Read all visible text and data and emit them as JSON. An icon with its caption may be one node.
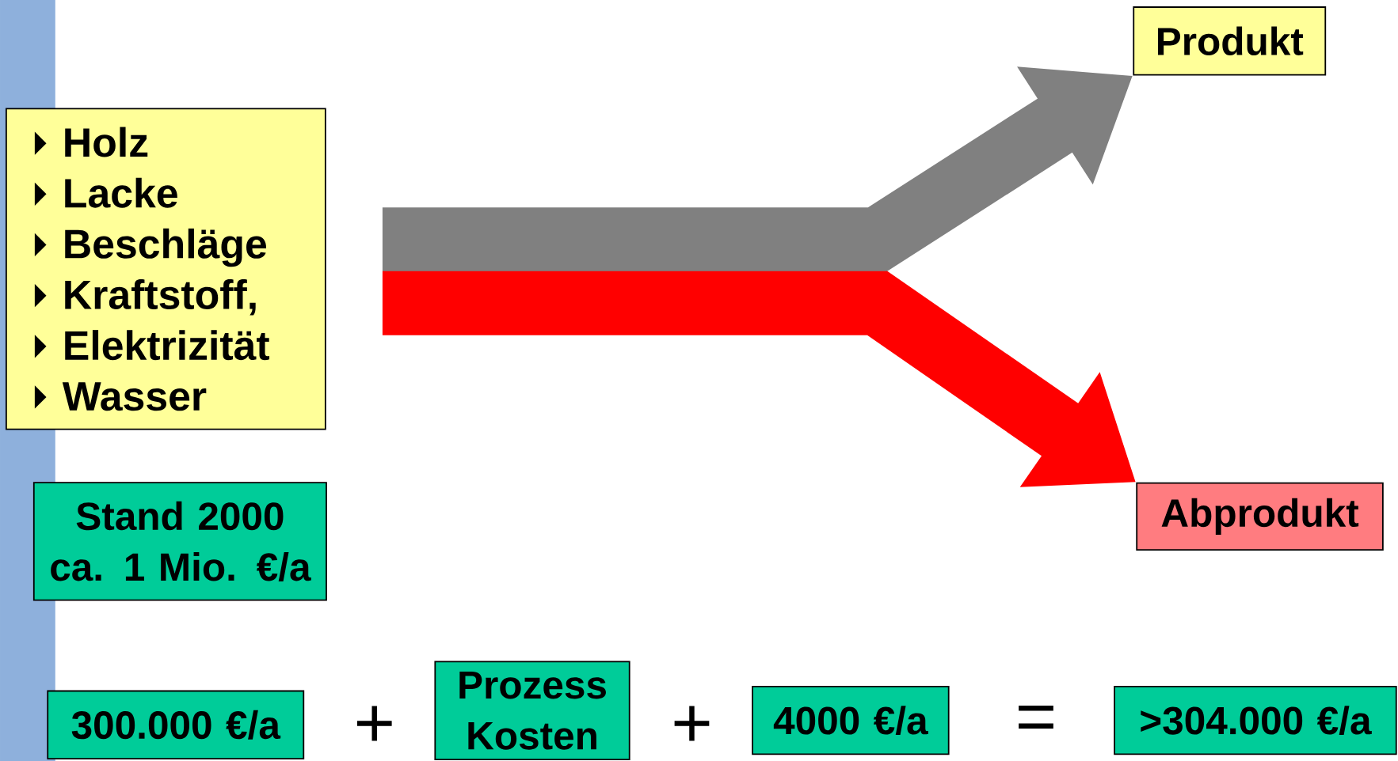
{
  "diagram": {
    "nodes": [
      {
        "text": [
          "Produkt"
        ]
      },
      {
        "text": [
          "Holz",
          "Lacke",
          "Beschläge",
          "Kraftstoff,",
          "Elektrizität",
          "Wasser"
        ]
      },
      {
        "text": [
          "Abprodukt"
        ]
      },
      {
        "text": [
          "Stand 2000 ca. 1 Mio. €/a"
        ]
      },
      {
        "text": [
          "300.000 €/a"
        ]
      },
      {
        "text": [
          "Prozess Kosten"
        ]
      },
      {
        "text": [
          "4000 €/a"
        ]
      },
      {
        "text": [
          ">304.000 €/a"
        ]
      }
    ],
    "edges": [
      {
        "from": null,
        "to": 0,
        "arrow": "to",
        "color": "#808080"
      },
      {
        "from": null,
        "to": 2,
        "arrow": "to",
        "color": "#ff0000"
      }
    ],
    "labels": [
      "+",
      "+",
      "="
    ]
  }
}
